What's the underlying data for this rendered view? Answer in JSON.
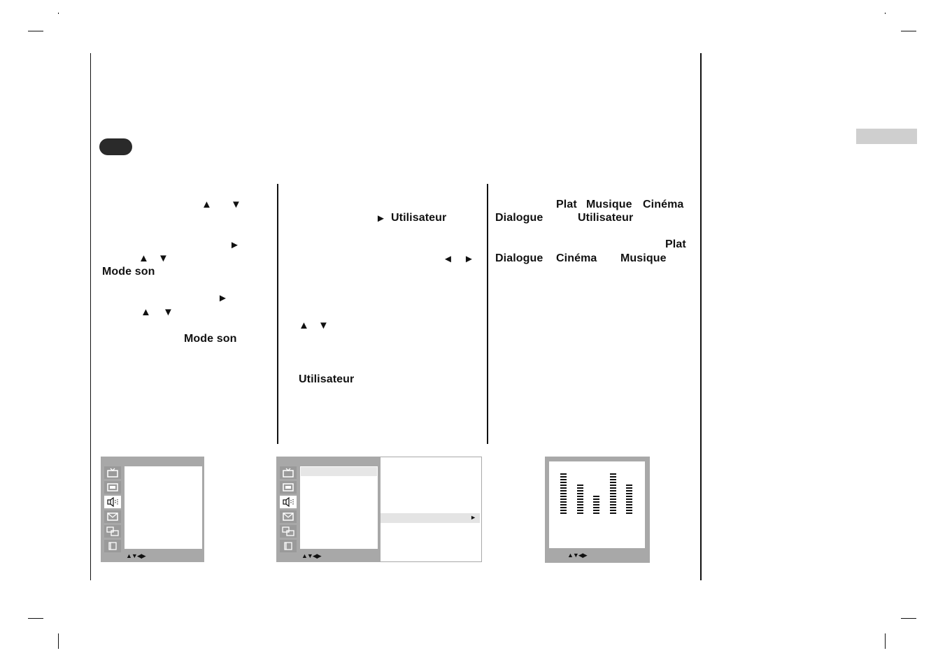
{
  "column1": {
    "arrow_up": "▲",
    "arrow_down": "▼",
    "arrow_right": "►",
    "mode_son_1": "Mode son",
    "mode_son_2": "Mode son"
  },
  "column2": {
    "arrow_right": "►",
    "utilisateur_1": "Utilisateur",
    "arrow_left": "◄",
    "arrow_up": "▲",
    "arrow_down": "▼",
    "utilisateur_2": "Utilisateur"
  },
  "column3": {
    "line1": {
      "w1": "Plat",
      "w2": "Musique",
      "w3": "Cinéma"
    },
    "line2": {
      "w1": "Dialogue",
      "w2": "Utilisateur"
    },
    "line3": {
      "w1": "Plat"
    },
    "line4": {
      "w1": "Dialogue",
      "w2": "Cinéma",
      "w3": "Musique"
    }
  },
  "menus": {
    "nav_hint": "▲▼◀▶"
  },
  "equalizer": {
    "bands": [
      15,
      11,
      7,
      15,
      11
    ]
  }
}
